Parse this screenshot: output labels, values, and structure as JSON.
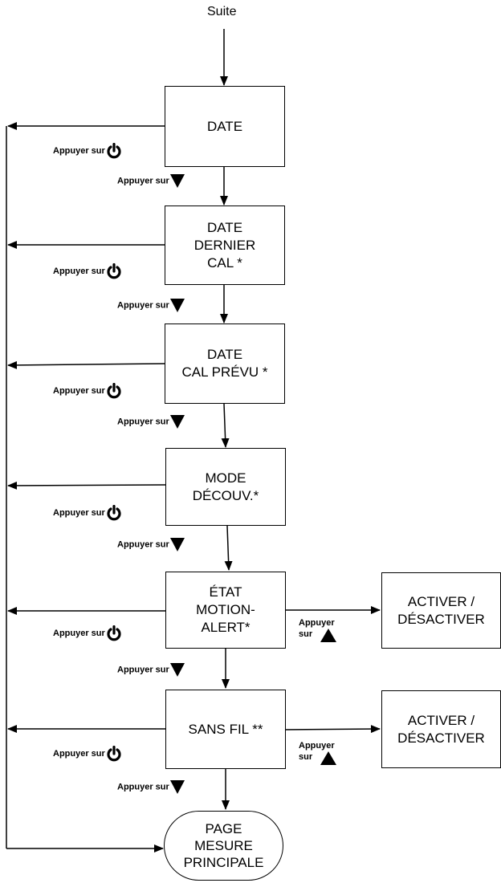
{
  "top_label": "Suite",
  "boxes": {
    "date": "DATE",
    "last_cal": "DATE\nDERNIER\nCAL *",
    "next_cal": "DATE\nCAL PRÉVU *",
    "discovery": "MODE\nDÉCOUV.*",
    "motion_alert": "ÉTAT\nMOTION-\nALERT*",
    "wireless": "SANS FIL **",
    "toggle_1": "ACTIVER /\nDÉSACTIVER",
    "toggle_2": "ACTIVER /\nDÉSACTIVER",
    "main_page": "PAGE\nMESURE\nPRINCIPALE"
  },
  "labels": {
    "press": "Appuyer sur",
    "press_word": "Appuyer",
    "on_word": "sur"
  },
  "icons": [
    "power-icon",
    "down-arrow-icon",
    "up-arrow-icon"
  ]
}
